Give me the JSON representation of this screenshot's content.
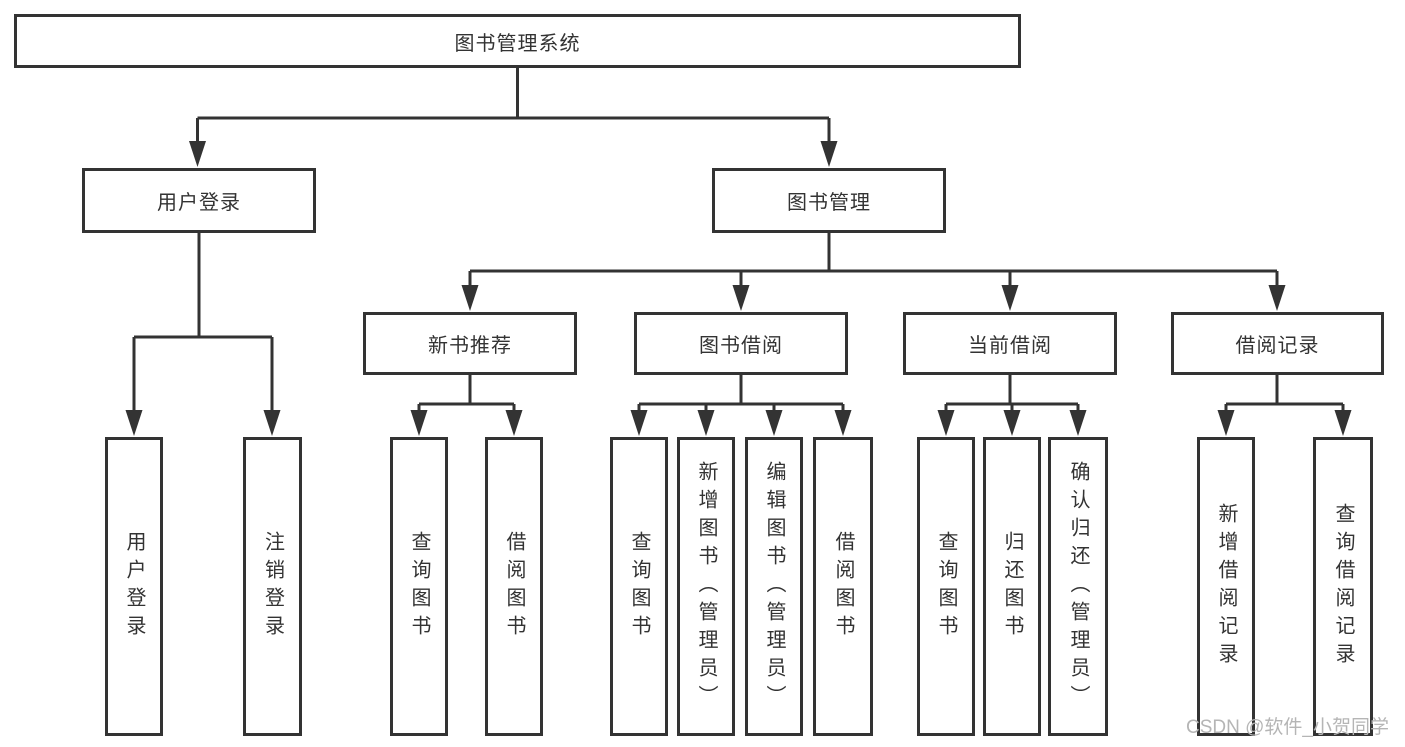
{
  "diagram": {
    "root": {
      "label": "图书管理系统",
      "children": [
        {
          "label": "用户登录",
          "children": [
            {
              "label": "用户登录"
            },
            {
              "label": "注销登录"
            }
          ]
        },
        {
          "label": "图书管理",
          "children": [
            {
              "label": "新书推荐",
              "children": [
                {
                  "label": "查询图书"
                },
                {
                  "label": "借阅图书"
                }
              ]
            },
            {
              "label": "图书借阅",
              "children": [
                {
                  "label": "查询图书"
                },
                {
                  "label": "新增图书（管理员）"
                },
                {
                  "label": "编辑图书（管理员）"
                },
                {
                  "label": "借阅图书"
                }
              ]
            },
            {
              "label": "当前借阅",
              "children": [
                {
                  "label": "查询图书"
                },
                {
                  "label": "归还图书"
                },
                {
                  "label": "确认归还（管理员）"
                }
              ]
            },
            {
              "label": "借阅记录",
              "children": [
                {
                  "label": "新增借阅记录"
                },
                {
                  "label": "查询借阅记录"
                }
              ]
            }
          ]
        }
      ]
    }
  },
  "watermark": {
    "text": "CSDN @软件_小贺同学"
  },
  "colors": {
    "line": "#333333",
    "box_border": "#333333",
    "text": "#333333",
    "watermark": "#b5b5b5",
    "background": "#ffffff"
  }
}
